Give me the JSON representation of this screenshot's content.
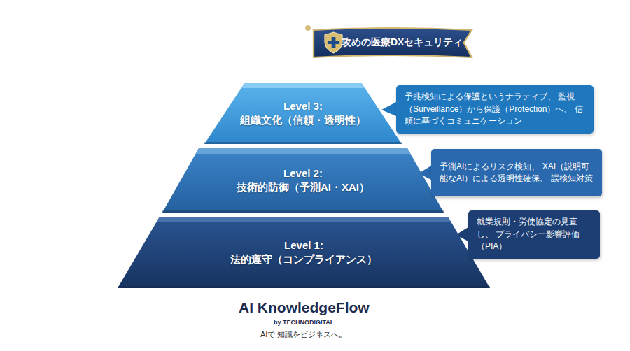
{
  "diagram": {
    "nodes": [
      {
        "text": [
          "攻めの医療DXセキュリティ"
        ]
      },
      {
        "text": [
          "Level 3:",
          "組織文化（信頼・透明性）"
        ]
      },
      {
        "text": [
          "予兆検知による保護というナラティブ、 監視（Surveillance）から保護（Protection）へ、 信頼に基づくコミュニケーション"
        ]
      },
      {
        "text": [
          "Level 2:",
          "技術的防御（予測AI・XAI）"
        ]
      },
      {
        "text": [
          "予測AIによるリスク検知、 XAI（説明可能なAI）による透明性確保、 誤検知対策"
        ]
      },
      {
        "text": [
          "Level 1:",
          "法的遵守（コンプライアンス）"
        ]
      },
      {
        "text": [
          "就業規則・労使協定の見直し、 プライバシー影響評価（PIA）"
        ]
      }
    ],
    "labels": [
      "AI KnowledgeFlow",
      "by TECHNODIGITAL",
      "AIで 知識をビジネスへ。"
    ]
  }
}
